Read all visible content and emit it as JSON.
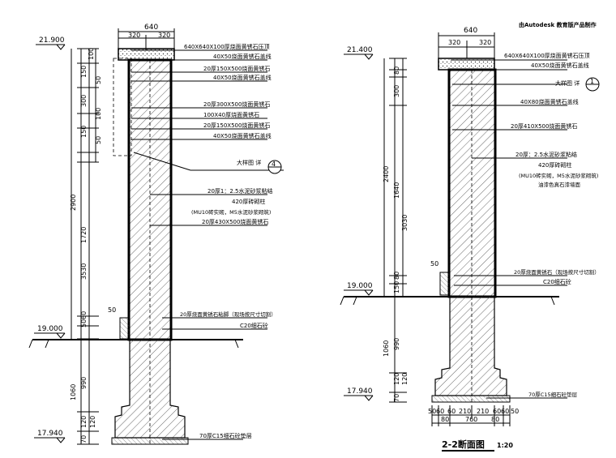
{
  "watermark": "由Autodesk 教育版产品制作",
  "left": {
    "elev_top": "21.900",
    "elev_ground": "19.000",
    "elev_bottom": "17.940",
    "top_w": "640",
    "top_w1": "320",
    "top_w2": "320",
    "dims": [
      "100",
      "150",
      "50",
      "300",
      "100",
      "150",
      "50",
      "2900",
      "1720",
      "3530",
      "50",
      "60",
      "1060",
      "990",
      "120",
      "120",
      "70"
    ],
    "dim_50": "50",
    "callouts": [
      "640X640X100厚烧面黄锈石压顶",
      "40X50烧面黄锈石盖线",
      "20厚150X500烧面黄锈石",
      "40X50烧面黄锈石盖线",
      "20厚300X500烧面黄锈石",
      "100X40厚烧面黄锈石",
      "20厚150X500烧面黄锈石",
      "40X50烧面黄锈石盖线",
      "20厚1：2.5水泥砂浆粘结",
      "420厚砖砌柱",
      "(MU10砖实砌，M5水泥砂浆砌筑)",
      "20厚430X500烧面黄锈石",
      "20厚烧面黄锈石粘脚（现场按尺寸切割）",
      "C20细石砼",
      "70厚C15细石砼垫层"
    ],
    "detail_label": "大样图 详",
    "detail_num": "4"
  },
  "right": {
    "elev_top": "21.400",
    "elev_ground": "19.000",
    "elev_bottom": "17.940",
    "top_w": "640",
    "top_w1": "320",
    "top_w2": "320",
    "dims": [
      "80",
      "300",
      "2400",
      "1640",
      "3030",
      "150",
      "80",
      "1060",
      "990",
      "120",
      "120",
      "70"
    ],
    "dim_50": "50",
    "callouts": [
      "640X640X100厚烧面黄锈石压顶",
      "40X50烧面黄锈石盖线",
      "40X80烧面黄锈石盖线",
      "20厚410X500烧面黄锈石",
      "20厚：2.5水泥砂浆粘结",
      "420厚砖砌柱",
      "(MU10砖实砌，M5水泥砂浆砌筑)",
      "油漆色真石漆墙面",
      "20厚烧面黄锈石（现场按尺寸切割）",
      "C20细石砼",
      "70厚C15细石砼垫层"
    ],
    "detail_label": "大样图 详",
    "detail_num": "1",
    "bottom_dims": [
      "50",
      "60",
      "60",
      "210",
      "210",
      "60",
      "60",
      "50"
    ],
    "bottom_dims2": [
      "80",
      "760",
      "80"
    ],
    "title": "2-2断面图",
    "scale": "1:20"
  }
}
